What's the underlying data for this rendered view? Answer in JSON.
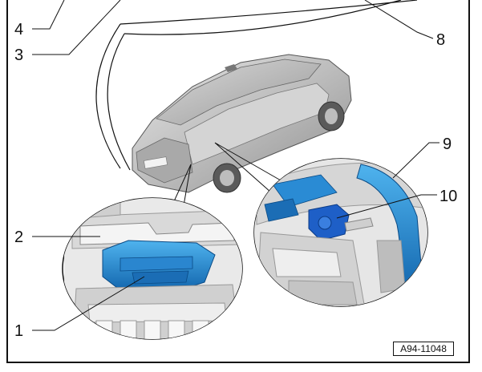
{
  "callouts": {
    "c1": "1",
    "c2": "2",
    "c3": "3",
    "c4": "4",
    "c8": "8",
    "c9": "9",
    "c10": "10"
  },
  "reference_code": "A94-11048",
  "colors": {
    "component_blue": "#1e90d6",
    "component_blue_dark": "#0d5fa8",
    "body_grey": "#c9c9c9",
    "line": "#111111"
  }
}
